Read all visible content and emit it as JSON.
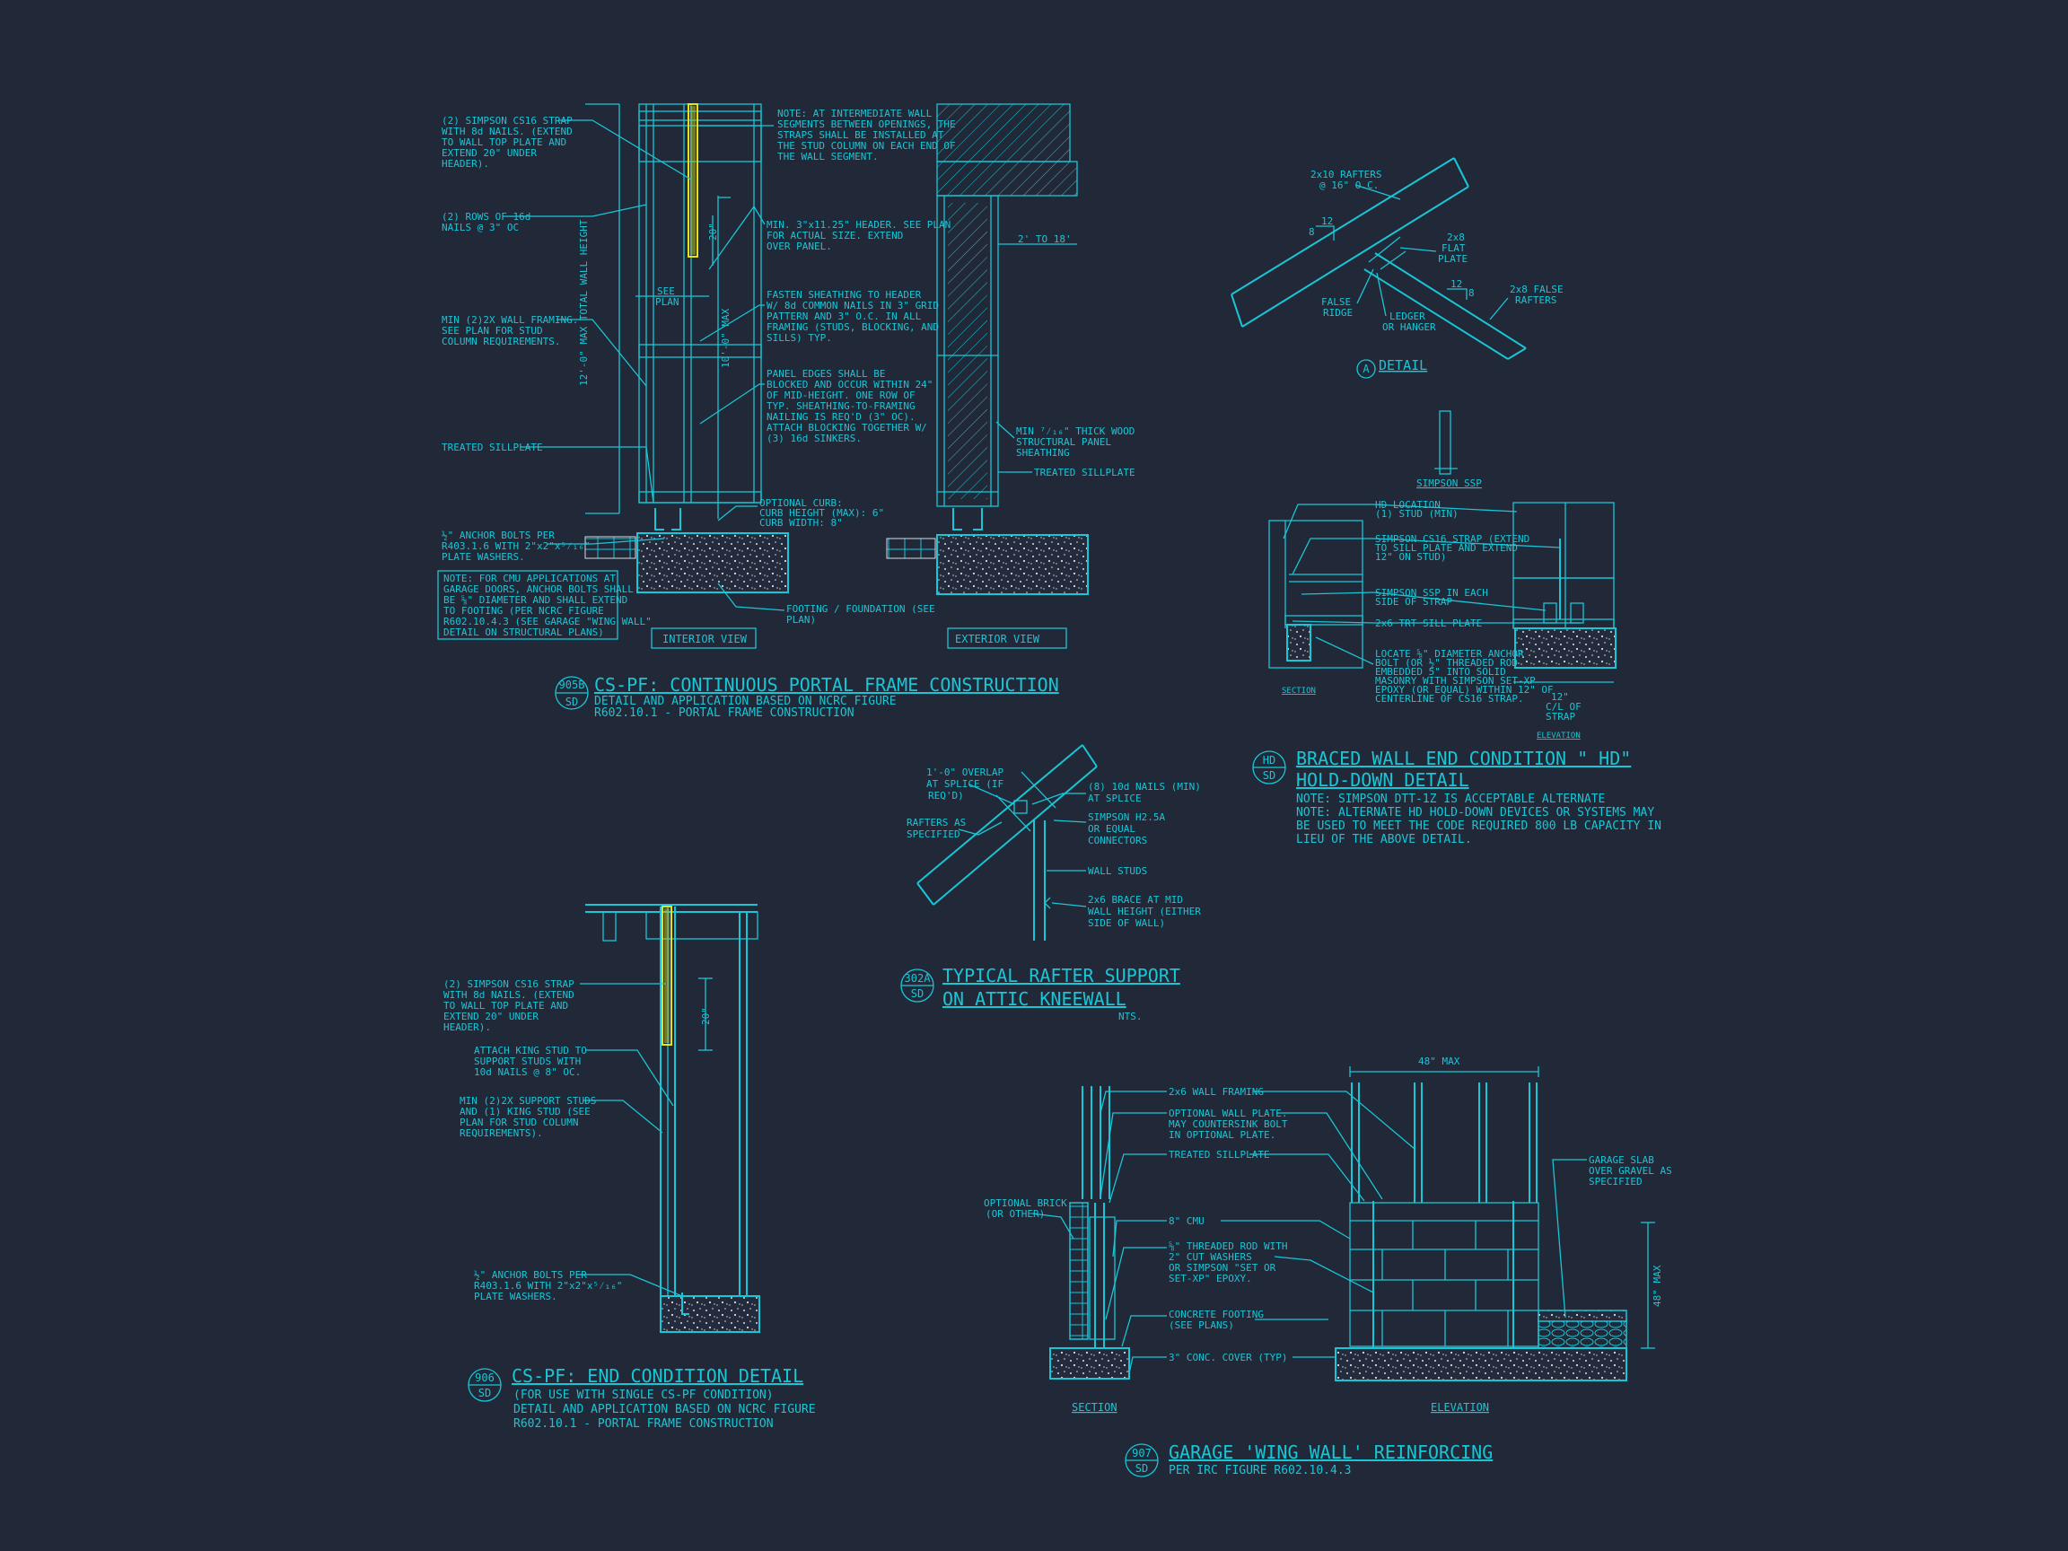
{
  "detail_905b": {
    "notes": [
      "(2) SIMPSON CS16 STRAP",
      "WITH 8d NAILS. (EXTEND",
      "TO WALL TOP PLATE AND",
      "EXTEND 20\" UNDER",
      "HEADER).",
      "(2) ROWS OF 16d",
      "NAILS @ 3\" OC",
      "MIN (2)2X WALL FRAMING.",
      "SEE PLAN FOR STUD",
      "COLUMN REQUIREMENTS.",
      "TREATED SILLPLATE",
      "½\" ANCHOR BOLTS PER",
      "R403.1.6 WITH 2\"x2\"x⁵⁄₁₆\"",
      "PLATE WASHERS."
    ],
    "cmu_note": [
      "NOTE: FOR CMU APPLICATIONS AT",
      "GARAGE DOORS, ANCHOR BOLTS SHALL",
      "BE ⅝\" DIAMETER AND SHALL EXTEND",
      "TO FOOTING (PER NCRC FIGURE",
      "R602.10.4.3 (SEE GARAGE \"WING WALL\"",
      "DETAIL ON STRUCTURAL PLANS)"
    ],
    "right_notes": [
      "NOTE: AT INTERMEDIATE WALL",
      "SEGMENTS BETWEEN OPENINGS, THE",
      "STRAPS SHALL BE INSTALLED AT",
      "THE STUD COLUMN ON EACH END OF",
      "THE WALL SEGMENT.",
      "MIN. 3\"x11.25\" HEADER. SEE PLAN",
      "FOR ACTUAL SIZE. EXTEND",
      "OVER PANEL.",
      "FASTEN SHEATHING TO HEADER",
      "W/ 8d COMMON NAILS IN 3\" GRID",
      "PATTERN AND 3\" O.C. IN ALL",
      "FRAMING (STUDS, BLOCKING, AND",
      "SILLS) TYP.",
      "PANEL EDGES SHALL BE",
      "BLOCKED AND OCCUR WITHIN 24\"",
      "OF MID-HEIGHT.  ONE ROW OF",
      "TYP. SHEATHING-TO-FRAMING",
      "NAILING IS REQ'D (3\" OC).",
      "ATTACH BLOCKING TOGETHER W/",
      "(3) 16d SINKERS.",
      "OPTIONAL CURB:",
      "CURB HEIGHT (MAX): 6\"",
      "CURB WIDTH: 8\"",
      "FOOTING / FOUNDATION (SEE",
      "PLAN)",
      "MIN ⁷⁄₁₆\" THICK WOOD",
      "STRUCTURAL PANEL",
      "SHEATHING",
      "TREATED SILLPLATE"
    ],
    "dims": {
      "total": "12'-0\" MAX TOTAL WALL HEIGHT",
      "wall": "10'-0\" MAX",
      "strap": "20\"",
      "see_plan_1": "SEE",
      "see_plan_2": "PLAN",
      "ext": "2' TO 18'"
    },
    "interior_view": "INTERIOR VIEW",
    "exterior_view": "EXTERIOR VIEW",
    "tag_num": "905B",
    "tag_sheet": "SD",
    "title": "CS-PF: CONTINUOUS PORTAL FRAME CONSTRUCTION",
    "sub1": "DETAIL AND APPLICATION BASED ON NCRC FIGURE",
    "sub2": "R602.10.1 - PORTAL FRAME CONSTRUCTION"
  },
  "detail_a": {
    "rafters": [
      "2x10 RAFTERS",
      "@ 16\" O.C."
    ],
    "pitch1_a": "12",
    "pitch1_b": "8",
    "flat": [
      "2x8",
      "FLAT",
      "PLATE"
    ],
    "pitch2_a": "12",
    "pitch2_b": "8",
    "false_rafters": [
      "2x8 FALSE",
      "RAFTERS"
    ],
    "false_ridge": [
      "FALSE",
      "RIDGE"
    ],
    "ledger": [
      "LEDGER",
      "OR HANGER"
    ],
    "tag": "A",
    "title": "DETAIL"
  },
  "detail_hd": {
    "ssp": "SIMPSON SSP",
    "notes": [
      "HD LOCATION",
      "(1) STUD (MIN)",
      "SIMPSON CS16 STRAP (EXTEND",
      "TO SILL PLATE AND EXTEND",
      "12\" ON STUD)",
      "SIMPSON SSP IN EACH",
      "SIDE OF STRAP",
      "2x6 TRT SILL PLATE",
      "LOCATE ⅝\" DIAMETER ANCHOR",
      "BOLT (OR ½\" THREADED ROD",
      "EMBEDDED 5\" INTO SOLID",
      "MASONRY WITH SIMPSON SET-XP",
      "EPOXY (OR EQUAL) WITHIN 12\" OF",
      "CENTERLINE OF CS16 STRAP."
    ],
    "section": "SECTION",
    "elevation": "ELEVATION",
    "dim": [
      "12\"",
      "C/L OF",
      "STRAP"
    ],
    "tag_num": "HD",
    "tag_sheet": "SD",
    "title1": "BRACED WALL END CONDITION \" HD\"",
    "title2": "HOLD-DOWN DETAIL",
    "note1": "NOTE: SIMPSON DTT-1Z IS ACCEPTABLE ALTERNATE",
    "note2": "NOTE: ALTERNATE HD HOLD-DOWN DEVICES OR SYSTEMS MAY",
    "note3": "BE USED TO MEET THE CODE REQUIRED 800 LB CAPACITY IN",
    "note4": "LIEU OF THE ABOVE DETAIL."
  },
  "detail_302a": {
    "left": [
      "1'-0\" OVERLAP",
      "AT SPLICE (IF",
      "REQ'D)",
      "RAFTERS AS",
      "SPECIFIED"
    ],
    "right": [
      "(8) 10d NAILS (MIN)",
      "AT SPLICE",
      "SIMPSON H2.5A",
      "OR EQUAL",
      "CONNECTORS",
      "WALL STUDS",
      "2x6 BRACE AT MID",
      "WALL HEIGHT (EITHER",
      "SIDE OF WALL)"
    ],
    "tag_num": "302A",
    "tag_sheet": "SD",
    "title1": "TYPICAL RAFTER SUPPORT",
    "title2": "ON ATTIC KNEEWALL",
    "nts": "NTS."
  },
  "detail_906": {
    "notes": [
      "(2) SIMPSON CS16 STRAP",
      "WITH 8d NAILS. (EXTEND",
      "TO WALL TOP PLATE AND",
      "EXTEND 20\" UNDER",
      "HEADER).",
      "ATTACH KING STUD TO",
      "SUPPORT STUDS WITH",
      "10d NAILS @ 8\" OC.",
      "MIN (2)2X SUPPORT STUDS",
      "AND (1) KING STUD (SEE",
      "PLAN FOR STUD COLUMN",
      "REQUIREMENTS).",
      "½\" ANCHOR BOLTS PER",
      "R403.1.6 WITH 2\"x2\"x⁵⁄₁₆\"",
      "PLATE WASHERS."
    ],
    "dim": "20\"",
    "tag_num": "906",
    "tag_sheet": "SD",
    "title": "CS-PF: END CONDITION DETAIL",
    "sub1": "(FOR USE WITH SINGLE CS-PF CONDITION)",
    "sub2": "DETAIL AND APPLICATION BASED ON NCRC FIGURE",
    "sub3": "R602.10.1 - PORTAL FRAME CONSTRUCTION"
  },
  "detail_907": {
    "notes": [
      "2x6 WALL FRAMING",
      "OPTIONAL WALL PLATE.",
      "MAY COUNTERSINK BOLT",
      "IN OPTIONAL PLATE.",
      "TREATED SILLPLATE",
      "8\" CMU",
      "⅝\" THREADED ROD WITH",
      "2\" CUT WASHERS",
      "OR SIMPSON \"SET OR",
      "SET-XP\" EPOXY.",
      "CONCRETE FOOTING",
      "(SEE PLANS)",
      "3\" CONC. COVER (TYP)"
    ],
    "brick": [
      "OPTIONAL BRICK",
      "(OR OTHER)"
    ],
    "slab": [
      "GARAGE SLAB",
      "OVER GRAVEL AS",
      "SPECIFIED"
    ],
    "max48": "48\" MAX",
    "max48v": "48\" MAX",
    "section": "SECTION",
    "elevation": "ELEVATION",
    "tag_num": "907",
    "tag_sheet": "SD",
    "title": "GARAGE 'WING WALL' REINFORCING",
    "sub": "PER IRC FIGURE R602.10.4.3"
  }
}
